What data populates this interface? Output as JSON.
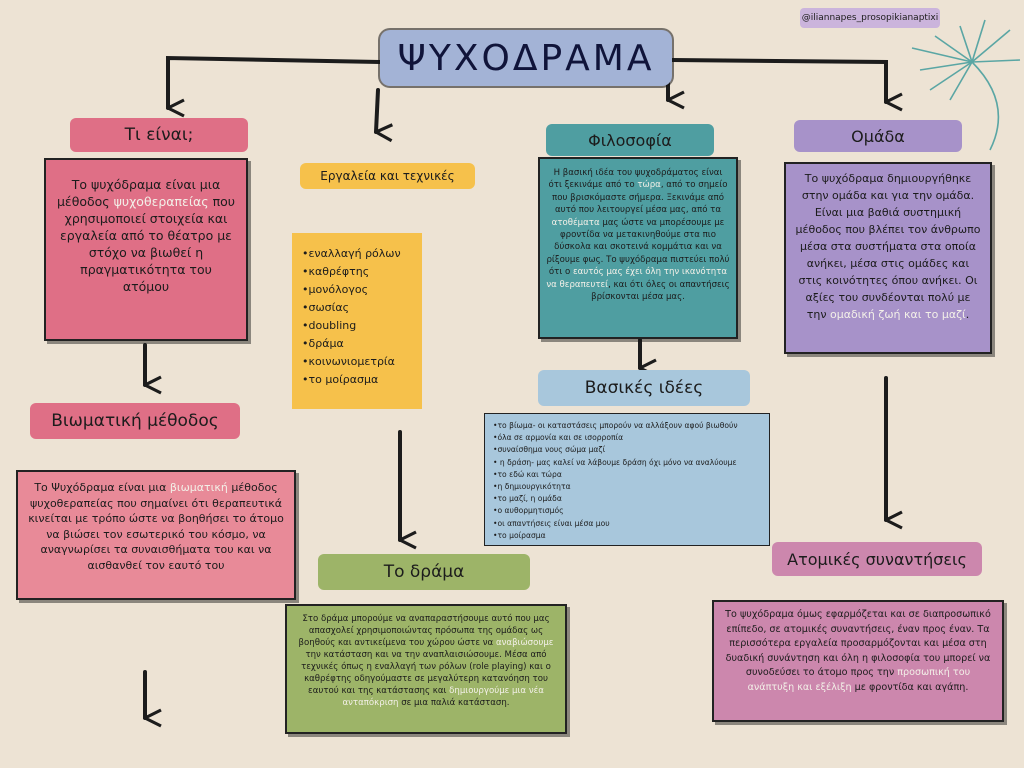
{
  "header": {
    "title": "ΨΥΧΟΔΡΑΜΑ",
    "handle": "@iliannapes_prosopikianaptixi"
  },
  "colors": {
    "pink": "#df6f86",
    "yellow": "#f6c14b",
    "teal": "#4f9ea1",
    "purple": "#a792c9",
    "green": "#9db468",
    "light_blue": "#a8c7dc",
    "mauve": "#cc87ad"
  },
  "ti_einai": {
    "heading": "Τι είναι;",
    "text_a": "Το ψυχόδραμα είναι μια μέθοδος ",
    "hl": "ψυχοθεραπείας",
    "text_b": " που χρησιμοποιεί στοιχεία και εργαλεία από το θέατρο με στόχο να βιωθεί η πραγματικότητα του ατόμου"
  },
  "viomatiki": {
    "heading": "Βιωματική μέθοδος",
    "text_a": "Το Ψυχόδραμα είναι μια ",
    "hl": "βιωματική",
    "text_b": " μέθοδος ψυχοθεραπείας που σημαίνει ότι θεραπευτικά κινείται με τρόπο ώστε να βοηθήσει το άτομο να βιώσει τον εσωτερικό του κόσμο, να αναγνωρίσει τα συναισθήματα του και να αισθανθεί τον εαυτό του"
  },
  "ergaleia": {
    "heading": "Εργαλεία και τεχνικές",
    "items": [
      "•εναλλαγή ρόλων",
      "•καθρέφτης",
      "•μονόλογος",
      "•σωσίας",
      "•doubling",
      "•δράμα",
      "•κοινωνιομετρία",
      "•το μοίρασμα"
    ]
  },
  "drama": {
    "heading": "Το δράμα",
    "t1": "Στο δράμα μπορούμε να αναπαραστήσουμε αυτό που μας απασχολεί χρησιμοποιώντας πρόσωπα της ομάδας ως βοηθούς και αντικείμενα του χώρου ώστε να ",
    "h1": "αναβιώσουμε",
    "t2": " την κατάσταση και να την αναπλαισιώσουμε. Μέσα από τεχνικές όπως η εναλλαγή των ρόλων (role playing) και ο καθρέφτης οδηγούμαστε σε μεγαλύτερη κατανόηση του εαυτού και της κατάστασης και ",
    "h2": "δημιουργούμε μια νέα ανταπόκριση",
    "t3": " σε μια παλιά κατάσταση."
  },
  "filosofia": {
    "heading": "Φιλοσοφία",
    "t1": "Η βασική ιδέα του ψυχοδράματος είναι ότι ξεκινάμε από το ",
    "h1": "τώρα",
    "t2": ", από το σημείο που βρισκόμαστε σήμερα. Ξεκινάμε από αυτό που λειτουργεί μέσα μας, από τα ",
    "h2": "ατοθέματα",
    "t3": " μας ώστε να μπορέσουμε με φροντίδα να μετακινηθούμε στα πιο δύσκολα και σκοτεινά κομμάτια και να ρίξουμε φως. Το ψυχόδραμα πιστεύει πολύ ότι ο ",
    "h3": "εαυτός μας έχει όλη την ικανότητα να θεραπευτεί",
    "t4": ", και ότι όλες οι απαντήσεις βρίσκονται μέσα μας."
  },
  "vasikes": {
    "heading": "Βασικές ιδέες",
    "items": [
      "•το βίωμα- οι καταστάσεις μπορούν να αλλάξουν αφού βιωθούν",
      "•όλα σε αρμονία και σε ισορροπία",
      "•συναίσθημα νους σώμα μαζί",
      "• η δράση- μας καλεί να λάβουμε δράση όχι μόνο να αναλύουμε",
      "•το εδώ και τώρα",
      "•η δημιουργικότητα",
      "•το μαζί, η ομάδα",
      "•ο αυθορμητισμός",
      "•οι απαντήσεις είναι μέσα μου",
      "•το μοίρασμα"
    ]
  },
  "omada": {
    "heading": "Ομάδα",
    "t1": "Το ψυχόδραμα δημιουργήθηκε στην ομάδα και για την ομάδα. Είναι μια βαθιά συστημική μέθοδος που βλέπει τον άνθρωπο μέσα στα συστήματα στα οποία ανήκει, μέσα στις ομάδες και στις κοινότητες όπου ανήκει. Οι αξίες του συνδέονται πολύ με την ",
    "h1": "ομαδική ζωή και το μαζί",
    "t2": "."
  },
  "atomikes": {
    "heading": "Ατομικές συναντήσεις",
    "t1": "Το ψυχόδραμα όμως εφαρμόζεται και σε διαπροσωπικό επίπεδο, σε ατομικές συναντήσεις, έναν προς έναν. Τα περισσότερα εργαλεία προσαρμόζονται και μέσα στη δυαδική συνάντηση και όλη η φιλοσοφία του μπορεί να συνοδεύσει το άτομο προς την ",
    "h1": "προσωπική του ανάπτυξη και εξέλιξη",
    "t2": " με φροντίδα και αγάπη."
  }
}
